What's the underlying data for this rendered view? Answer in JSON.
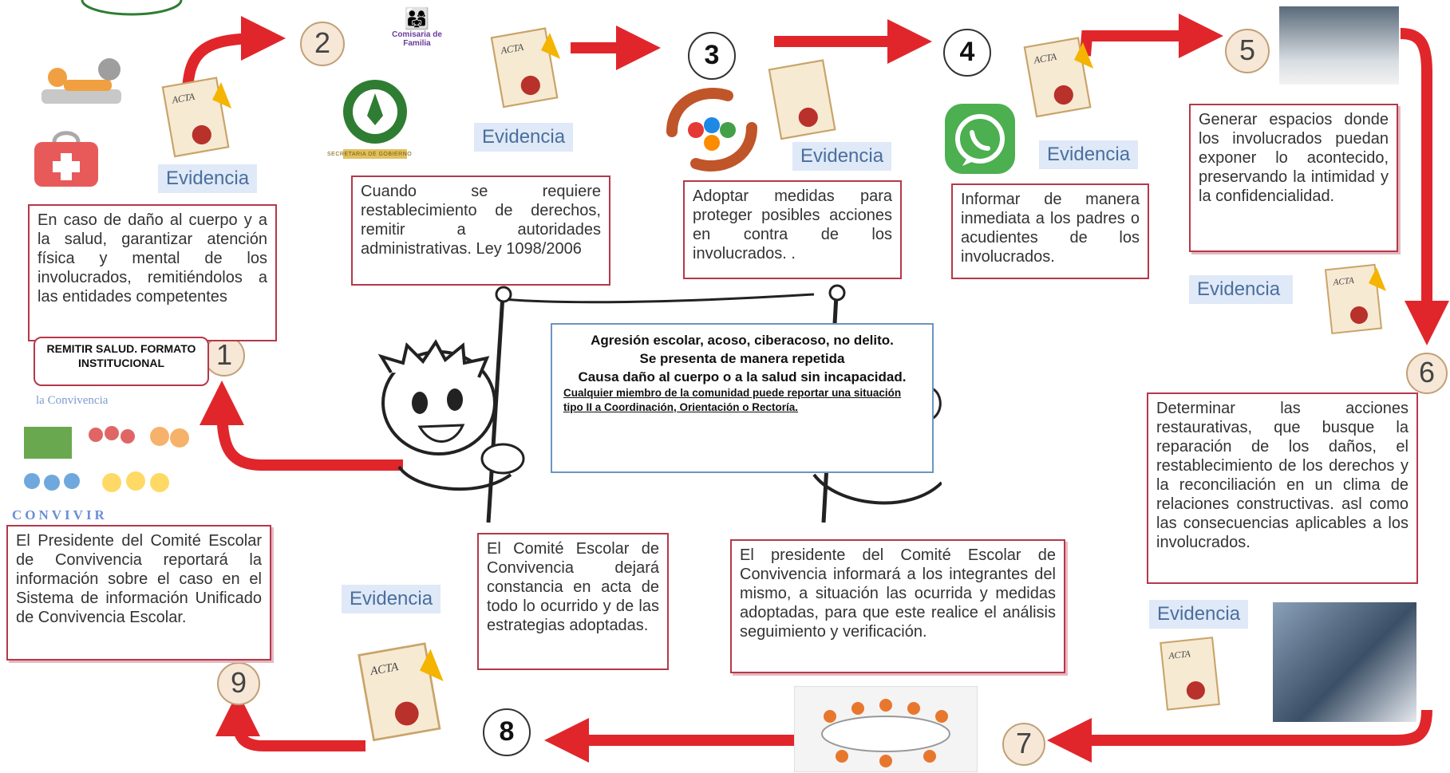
{
  "numbers": [
    "1",
    "2",
    "3",
    "4",
    "5",
    "6",
    "7",
    "8",
    "9"
  ],
  "evidence_label": "Evidencia",
  "center": {
    "line1": "Agresión escolar, acoso, ciberacoso, no delito.",
    "line2": "Se presenta de manera repetida",
    "line3": "Causa daño al cuerpo o a la salud sin incapacidad.",
    "note": "Cualquier miembro de la comunidad puede reportar una situación tipo II a Coordinación, Orientación o Rectoría."
  },
  "steps": {
    "s1_text": "En caso de daño al cuerpo y a la salud, garantizar atención física y mental de los involucrados, remitiéndolos a las entidades competentes",
    "s1_badge": "REMITIR SALUD. FORMATO INSTITUCIONAL",
    "s2_text": "Cuando se requiere restablecimiento de derechos, remitir a autoridades administrativas. Ley 1098/2006",
    "s3_text": "Adoptar medidas para proteger posibles acciones en contra de los involucrados. .",
    "s4_text": "Informar de manera inmediata a los padres o acudientes de los involucrados.",
    "s5_text": "Generar espacios donde los involucrados puedan exponer lo acontecido, preservando la intimidad y la confidencialidad.",
    "s6_text": "Determinar las acciones restaurativas, que busque la reparación de los daños, el restablecimiento de los derechos y la reconciliación en un clima de relaciones constructivas. asl como las consecuencias aplicables a los involucrados.",
    "s7_text": "El presidente del Comité Escolar de Convivencia informará a los integrantes del mismo, a situación las ocurrida y medidas adoptadas, para que este realice el análisis seguimiento y verificación.",
    "s8_text": "El Comité Escolar de Convivencia dejará constancia en acta de todo lo ocurrido y de las estrategias adoptadas.",
    "s9_text": "El Presidente del Comité Escolar de Convivencia reportará la información sobre el caso en el Sistema de información Unificado de Convivencia Escolar."
  },
  "decor": {
    "doc_title": "ACTA",
    "comisaria": "Comisaria de Familia",
    "convivencia": "la Convivencia",
    "convivir": "CONVIVIR",
    "policia": "SECRETARIA DE GOBIERNO"
  },
  "colors": {
    "arrow": "#e0262b",
    "border": "#b5384a",
    "evidence_bg": "#dfe9f7",
    "evidence_text": "#4a6f9d",
    "center_border": "#6c95c4"
  }
}
